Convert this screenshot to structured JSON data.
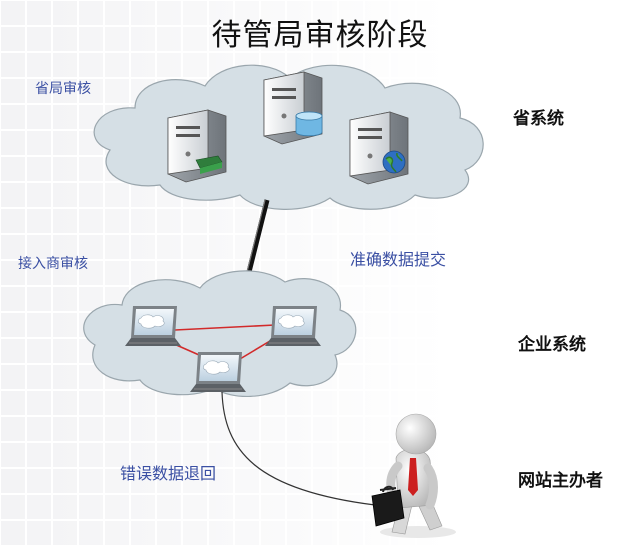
{
  "title": "待管局审核阶段",
  "labels": {
    "province_review": "省局审核",
    "isp_review": "接入商审核",
    "accurate_submit": "准确数据提交",
    "error_return": "错误数据退回"
  },
  "systems": {
    "province": "省系统",
    "enterprise": "企业系统",
    "website_owner": "网站主办者"
  },
  "colors": {
    "label_blue": "#3a4fa3",
    "cloud_fill": "#d3dde3",
    "link_red": "#d22a2a"
  },
  "icons": [
    "server-icon",
    "database-icon",
    "globe-icon",
    "laptop-icon",
    "person-icon",
    "briefcase-icon"
  ]
}
